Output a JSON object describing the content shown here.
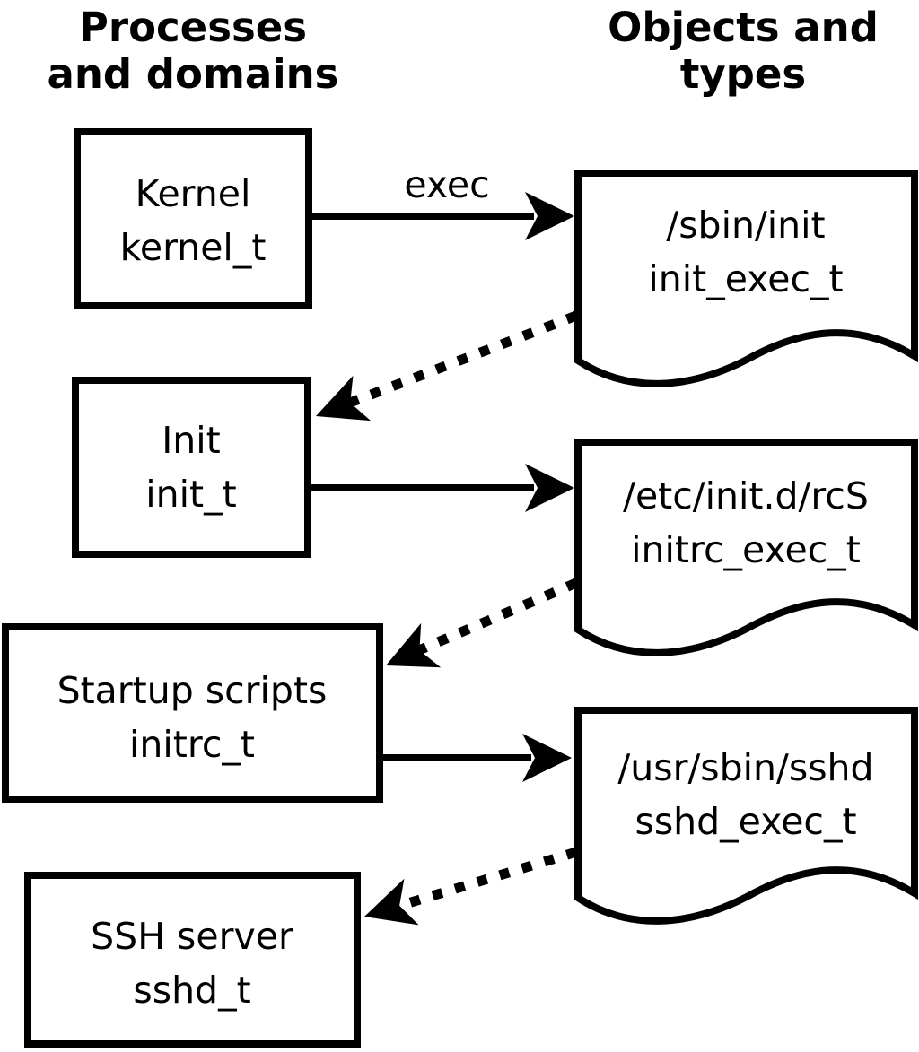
{
  "headers": {
    "left": {
      "line1": "Processes",
      "line2": "and domains"
    },
    "right": {
      "line1": "Objects and",
      "line2": "types"
    }
  },
  "processes": [
    {
      "name": "Kernel",
      "type": "kernel_t"
    },
    {
      "name": "Init",
      "type": "init_t"
    },
    {
      "name": "Startup scripts",
      "type": "initrc_t"
    },
    {
      "name": "SSH server",
      "type": "sshd_t"
    }
  ],
  "objects": [
    {
      "path": "/sbin/init",
      "type": "init_exec_t"
    },
    {
      "path": "/etc/init.d/rcS",
      "type": "initrc_exec_t"
    },
    {
      "path": "/usr/sbin/sshd",
      "type": "sshd_exec_t"
    }
  ],
  "edges": {
    "exec_label": "exec"
  },
  "colors": {
    "foreground": "#000000",
    "background": "#ffffff"
  }
}
